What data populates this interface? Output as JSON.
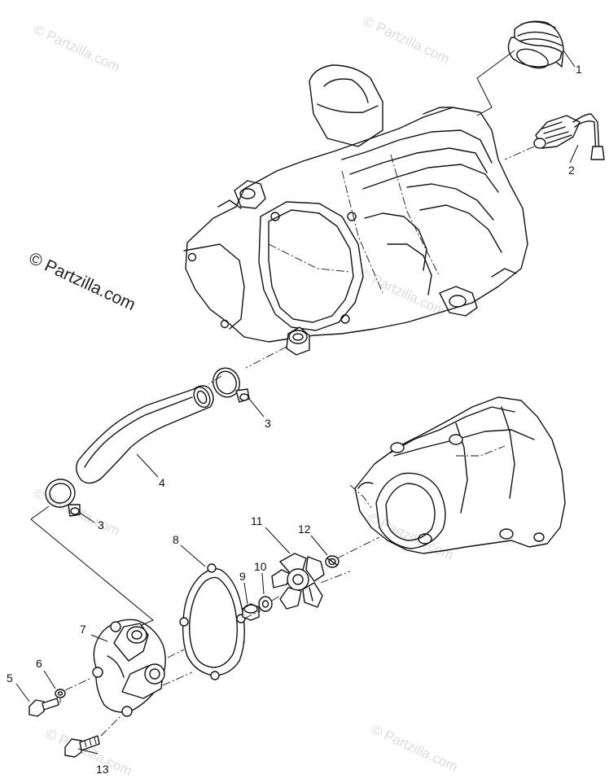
{
  "watermarks": {
    "main": "© Partzilla.com",
    "faint": "© Partzilla.com"
  },
  "callouts": {
    "c1": "1",
    "c2": "2",
    "c3a": "3",
    "c3b": "3",
    "c4": "4",
    "c5": "5",
    "c6": "6",
    "c7": "7",
    "c8": "8",
    "c9": "9",
    "c10": "10",
    "c11": "11",
    "c12": "12",
    "c13": "13"
  }
}
